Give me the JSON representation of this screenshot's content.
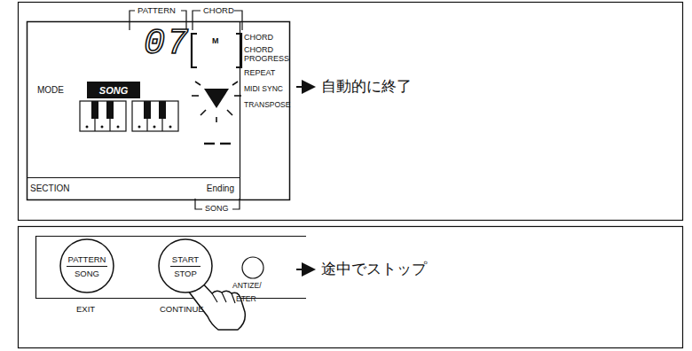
{
  "diagram": {
    "nodes": [
      {
        "text": [
          "SONG"
        ]
      },
      {
        "text": [
          "SECTION",
          "Ending"
        ]
      },
      {
        "text": [
          "PATTERN",
          "SONG"
        ]
      },
      {
        "text": [
          "START",
          "STOP"
        ]
      }
    ],
    "labels": [
      "PATTERN",
      "CHORD",
      "MODE",
      "07",
      "M",
      "CHORD",
      "CHORD PROGRESS",
      "REPEAT",
      "MIDI SYNC",
      "TRANSPOSE",
      "自動的に終了",
      "SONG",
      "EXIT",
      "CONTINUE",
      "ANTIZE/",
      "ETER",
      "途中でストップ"
    ]
  }
}
